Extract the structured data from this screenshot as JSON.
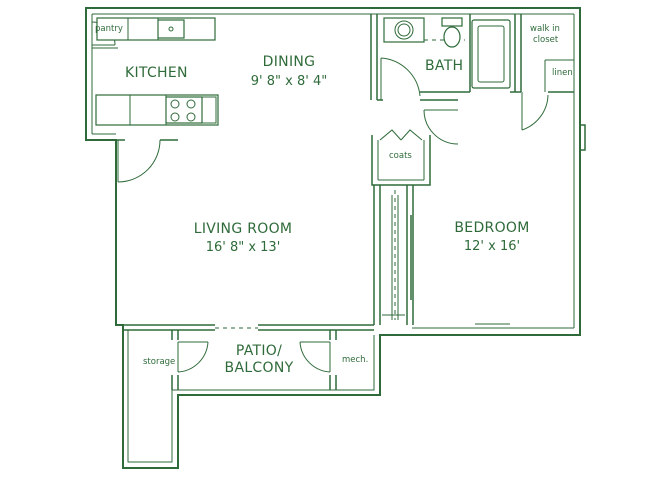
{
  "rooms": {
    "kitchen": {
      "name": "KITCHEN"
    },
    "dining": {
      "name": "DINING",
      "size": "9' 8\" x 8' 4\""
    },
    "bath": {
      "name": "BATH"
    },
    "living": {
      "name": "LIVING ROOM",
      "size": "16' 8\"  x  13'"
    },
    "bedroom": {
      "name": "BEDROOM",
      "size": "12'  x  16'"
    },
    "patio": {
      "name_line1": "PATIO/",
      "name_line2": "BALCONY"
    }
  },
  "small_labels": {
    "pantry": "pantry",
    "walk_in_line1": "walk in",
    "walk_in_line2": "closet",
    "linen": "linen",
    "coats": "coats",
    "storage": "storage",
    "mech": "mech."
  },
  "colors": {
    "line": "#2f6b3a",
    "background": "#ffffff"
  }
}
